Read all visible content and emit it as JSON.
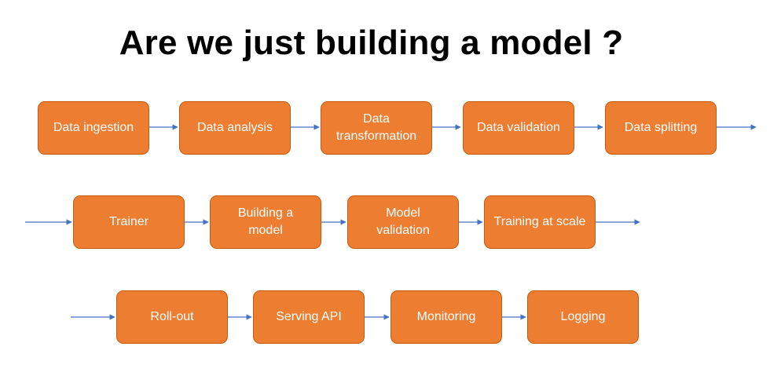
{
  "title": "Are we just building a model ?",
  "colors": {
    "box_fill": "#ED7D31",
    "box_border": "#C55A11",
    "arrow": "#4472C4"
  },
  "rows": [
    {
      "steps": [
        "Data ingestion",
        "Data analysis",
        "Data\ntransformation",
        "Data validation",
        "Data splitting"
      ]
    },
    {
      "steps": [
        "Trainer",
        "Building a\nmodel",
        "Model\nvalidation",
        "Training at scale"
      ]
    },
    {
      "steps": [
        "Roll-out",
        "Serving API",
        "Monitoring",
        "Logging"
      ]
    }
  ]
}
